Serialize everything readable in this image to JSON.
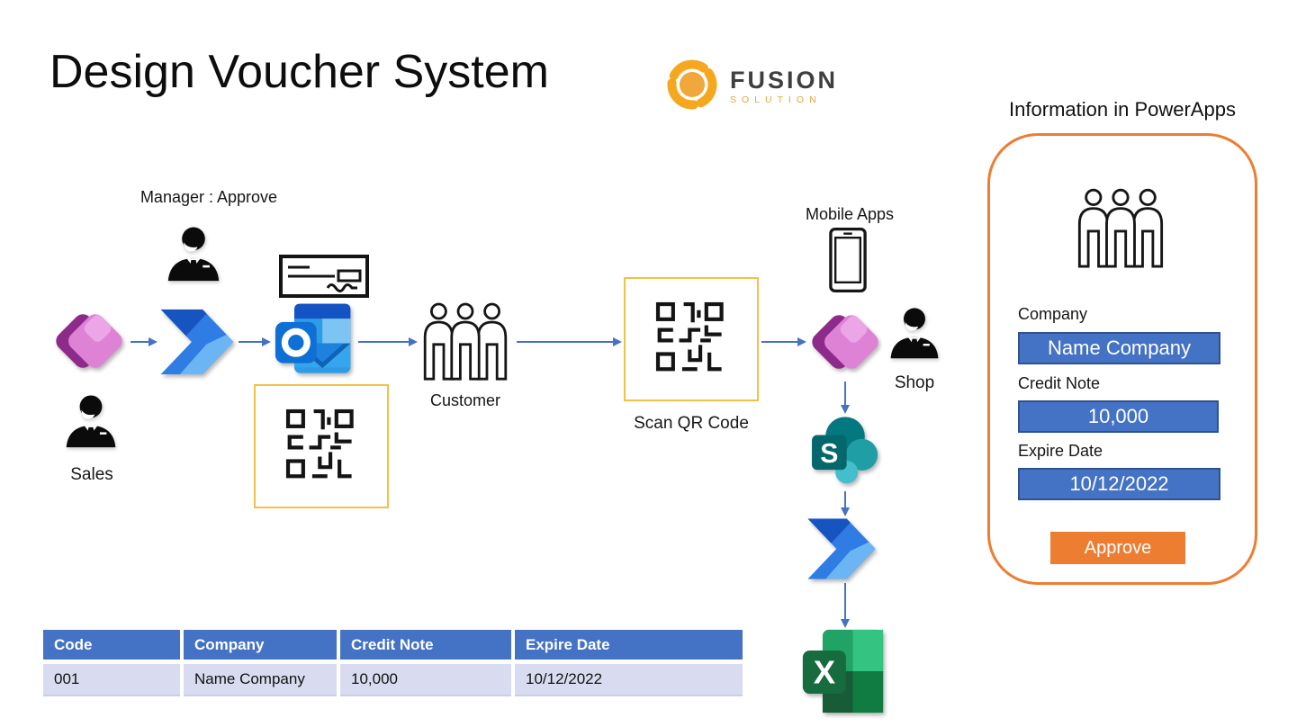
{
  "slide": {
    "title": "Design Voucher System"
  },
  "logo": {
    "name": "FUSION",
    "subtitle": "SOLUTION"
  },
  "flow": {
    "manager_label": "Manager : Approve",
    "sales_label": "Sales",
    "customer_label": "Customer",
    "scan_qr_label": "Scan QR Code",
    "mobile_apps_label": "Mobile Apps",
    "shop_label": "Shop"
  },
  "panel": {
    "title": "Information in PowerApps",
    "fields": [
      {
        "label": "Company",
        "value": "Name Company"
      },
      {
        "label": "Credit Note",
        "value": "10,000"
      },
      {
        "label": "Expire Date",
        "value": "10/12/2022"
      }
    ],
    "approve_label": "Approve"
  },
  "table": {
    "headers": [
      "Code",
      "Company",
      "Credit Note",
      "Expire Date"
    ],
    "rows": [
      [
        "001",
        "Name Company",
        "10,000",
        "10/12/2022"
      ]
    ]
  },
  "icons": {
    "sharepoint_letter": "S",
    "excel_letter": "X",
    "outlook_letter": "O"
  },
  "colors": {
    "accent_blue": "#4472C4",
    "field_blue": "#4472C4",
    "field_border": "#2F528F",
    "orange": "#ED7D31",
    "qr_box_border": "#F2C245",
    "table_header_bg": "#4472C4",
    "table_row_bg": "#D9DCF0"
  }
}
